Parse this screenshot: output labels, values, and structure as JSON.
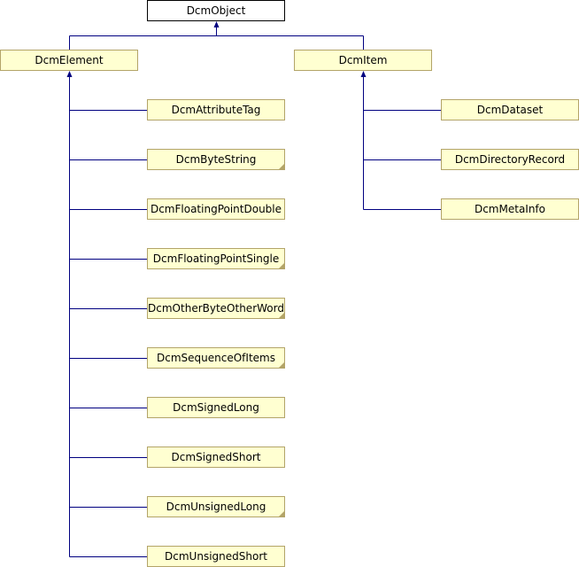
{
  "title": "",
  "colors": {
    "edge": "#000080",
    "node_fill": "#ffffd1",
    "node_border": "#b3a468",
    "root_fill": "#ffffff",
    "root_border": "#000000"
  },
  "root": {
    "label": "DcmObject"
  },
  "groups": [
    {
      "parent": {
        "label": "DcmElement"
      },
      "children": [
        {
          "label": "DcmAttributeTag",
          "folded": false
        },
        {
          "label": "DcmByteString",
          "folded": true
        },
        {
          "label": "DcmFloatingPointDouble",
          "folded": false
        },
        {
          "label": "DcmFloatingPointSingle",
          "folded": true
        },
        {
          "label": "DcmOtherByteOtherWord",
          "folded": true
        },
        {
          "label": "DcmSequenceOfItems",
          "folded": true
        },
        {
          "label": "DcmSignedLong",
          "folded": false
        },
        {
          "label": "DcmSignedShort",
          "folded": false
        },
        {
          "label": "DcmUnsignedLong",
          "folded": true
        },
        {
          "label": "DcmUnsignedShort",
          "folded": false
        }
      ]
    },
    {
      "parent": {
        "label": "DcmItem"
      },
      "children": [
        {
          "label": "DcmDataset",
          "folded": false
        },
        {
          "label": "DcmDirectoryRecord",
          "folded": false
        },
        {
          "label": "DcmMetaInfo",
          "folded": false
        }
      ]
    }
  ]
}
